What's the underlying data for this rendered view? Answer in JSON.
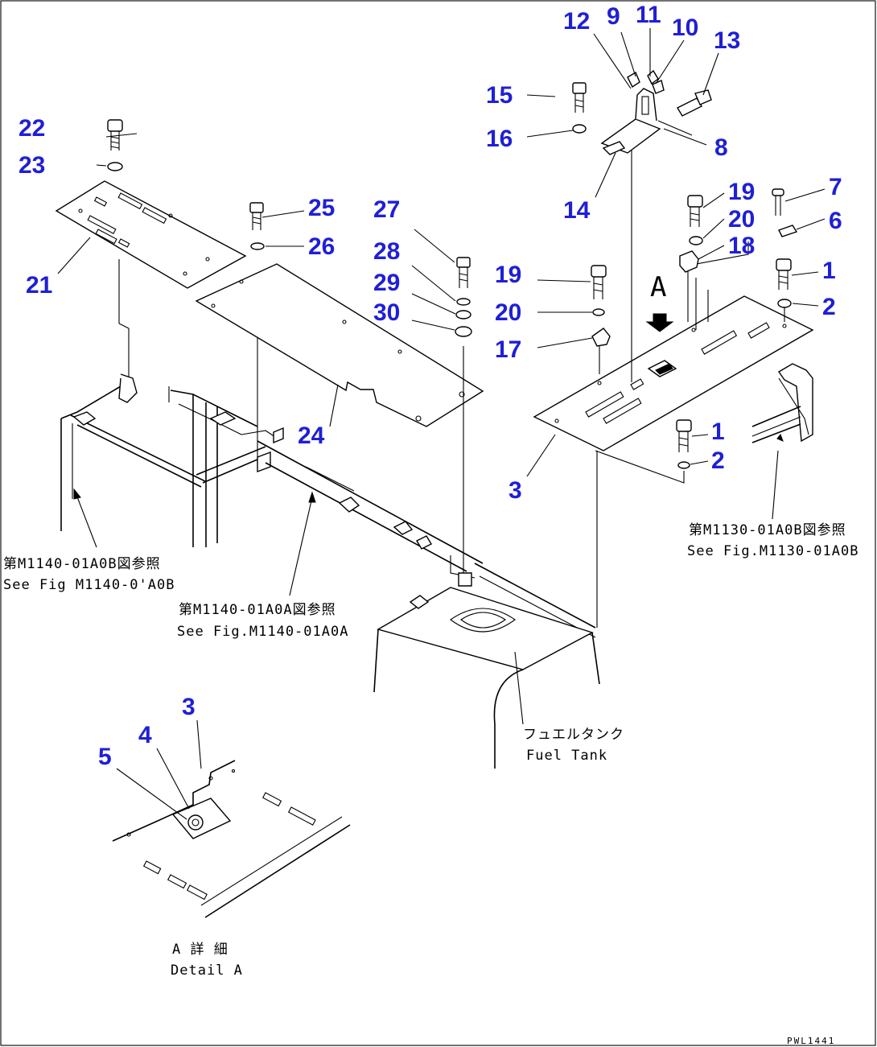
{
  "accent_color": "#1f1fd6",
  "callouts": {
    "c12": "12",
    "c9": "9",
    "c11": "11",
    "c10": "10",
    "c13": "13",
    "c15": "15",
    "c16": "16",
    "c8": "8",
    "c14": "14",
    "c22": "22",
    "c23": "23",
    "c21": "21",
    "c25": "25",
    "c26": "26",
    "c27": "27",
    "c28": "28",
    "c29": "29",
    "c30": "30",
    "c24": "24",
    "c19a": "19",
    "c20a": "20",
    "c18": "18",
    "c7": "7",
    "c6": "6",
    "c1a": "1",
    "c2a": "2",
    "c19b": "19",
    "c20b": "20",
    "c17": "17",
    "cA": "A",
    "c1b": "1",
    "c2b": "2",
    "c3": "3",
    "d3": "3",
    "d4": "4",
    "d5": "5"
  },
  "notes": {
    "ref_left_jp": "第M1140-01A0B図参照",
    "ref_left_en": "See Fig M1140-0'A0B",
    "ref_mid_jp": "第M1140-01A0A図参照",
    "ref_mid_en": "See Fig.M1140-01A0A",
    "ref_right_jp": "第M1130-01A0B図参照",
    "ref_right_en": "See Fig.M1130-01A0B",
    "fuel_jp": "フュエルタンク",
    "fuel_en": "Fuel Tank",
    "detail_jp": "A 詳 細",
    "detail_en": "Detail A"
  },
  "drawing_code": "PWL1441"
}
